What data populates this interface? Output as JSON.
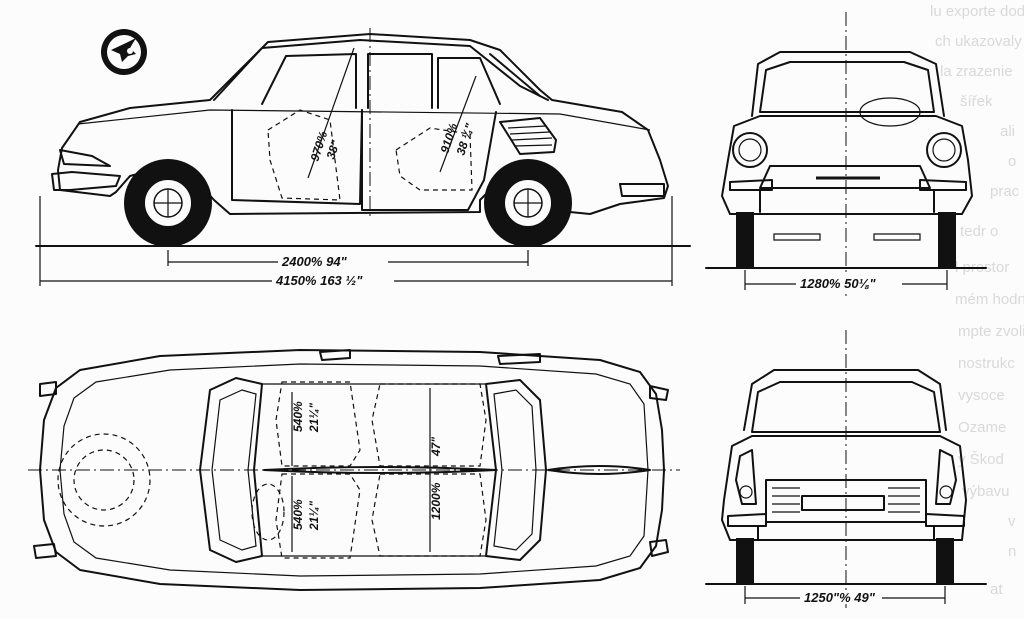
{
  "drawing": {
    "side_view": {
      "wheelbase_label": "2400% 94\"",
      "length_label": "4150% 163 ½\"",
      "front_seat_label_metric": "970%",
      "front_seat_label_imperial": "38\"",
      "rear_seat_label_metric": "910%",
      "rear_seat_label_imperial": "38 ¼\""
    },
    "front_view": {
      "track_label": "1280% 50⅛\""
    },
    "rear_view": {
      "track_label": "1250\"% 49\""
    },
    "top_view": {
      "front_seat_width_metric": "540%",
      "front_seat_width_imperial": "21¼\"",
      "rear_seat_width_metric": "540%",
      "rear_seat_width_imperial": "21¼\"",
      "interior_width_metric": "1200%",
      "interior_width_imperial": "47\""
    }
  },
  "background_text": [
    "lu exporte dodé",
    "ch ukazovaly",
    "la zrazenie",
    "šířek",
    "ali",
    "o",
    "prac",
    "tedr o",
    "l prostor",
    "mém hodnot",
    "mpte zvolila",
    "nostrukc",
    "vysoce",
    "Ozame",
    "y Škod",
    "výbavu",
    "v",
    "n",
    "at"
  ],
  "colors": {
    "ink": "#111111",
    "paper": "#fcfcfc",
    "bleed_text": "#d9d9d9"
  }
}
